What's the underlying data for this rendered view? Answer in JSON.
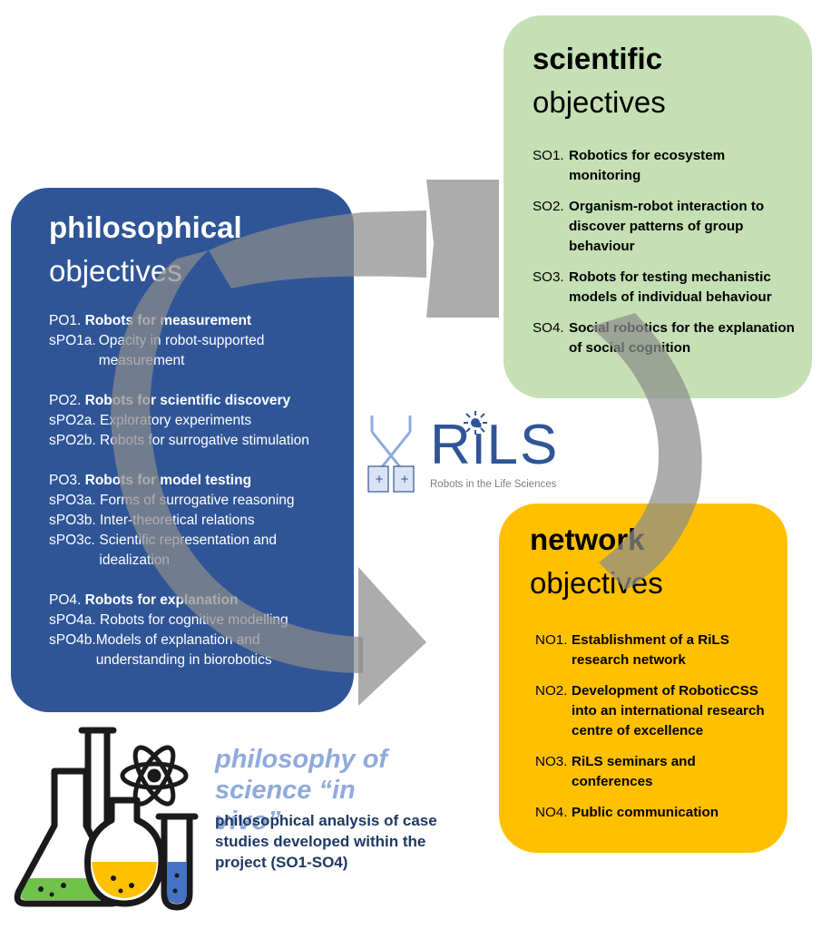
{
  "philosophical": {
    "title_bold": "philosophical",
    "title_rest": "objectives",
    "color": "#2f5597",
    "groups": [
      {
        "code": "PO1.",
        "title": "Robots for measurement",
        "subs": [
          {
            "code": "sPO1a.",
            "text": "Opacity in robot-supported measurement"
          }
        ]
      },
      {
        "code": "PO2.",
        "title": "Robots for scientific discovery",
        "subs": [
          {
            "code": "sPO2a.",
            "text": "Exploratory experiments"
          },
          {
            "code": "sPO2b.",
            "text": "Robots for surrogative stimulation"
          }
        ]
      },
      {
        "code": "PO3.",
        "title": "Robots for model testing",
        "subs": [
          {
            "code": "sPO3a.",
            "text": "Forms of surrogative reasoning"
          },
          {
            "code": "sPO3b.",
            "text": "Inter-theoretical relations"
          },
          {
            "code": "sPO3c.",
            "text": "Scientific representation and idealization"
          }
        ]
      },
      {
        "code": "PO4.",
        "title": "Robots for explanation",
        "subs": [
          {
            "code": "sPO4a.",
            "text": "Robots for cognitive modelling"
          },
          {
            "code": "sPO4b.",
            "text": "Models of explanation and understanding in biorobotics"
          }
        ]
      }
    ]
  },
  "scientific": {
    "title_bold": "scientific",
    "title_rest": "objectives",
    "color": "#c5e0b4",
    "items": [
      {
        "code": "SO1.",
        "text": "Robotics for ecosystem monitoring"
      },
      {
        "code": "SO2.",
        "text": "Organism-robot interaction to discover patterns of group behaviour"
      },
      {
        "code": "SO3.",
        "text": "Robots for testing mechanistic models of individual behaviour"
      },
      {
        "code": "SO4.",
        "text": "Social robotics for the explanation of social cognition"
      }
    ]
  },
  "network": {
    "title_bold": "network",
    "title_rest": "objectives",
    "color": "#ffc000",
    "items": [
      {
        "code": "NO1.",
        "text": "Establishment of a RiLS research network"
      },
      {
        "code": "NO2.",
        "text": "Development of RoboticCSS into an international research centre of excellence"
      },
      {
        "code": "NO3.",
        "text": "RiLS seminars and conferences"
      },
      {
        "code": "NO4.",
        "text": "Public communication"
      }
    ]
  },
  "logo": {
    "name": "RiLS",
    "tagline": "Robots in the Life Sciences",
    "color": "#2f5597"
  },
  "philosophy_in_vivo": {
    "title": "philosophy of science “in vivo”",
    "description": "philosophical analysis of case studies developed within the project (SO1-SO4)"
  },
  "icons": [
    "lab-flasks-icon",
    "atom-icon",
    "robot-arm-icon",
    "arrow-icon"
  ]
}
